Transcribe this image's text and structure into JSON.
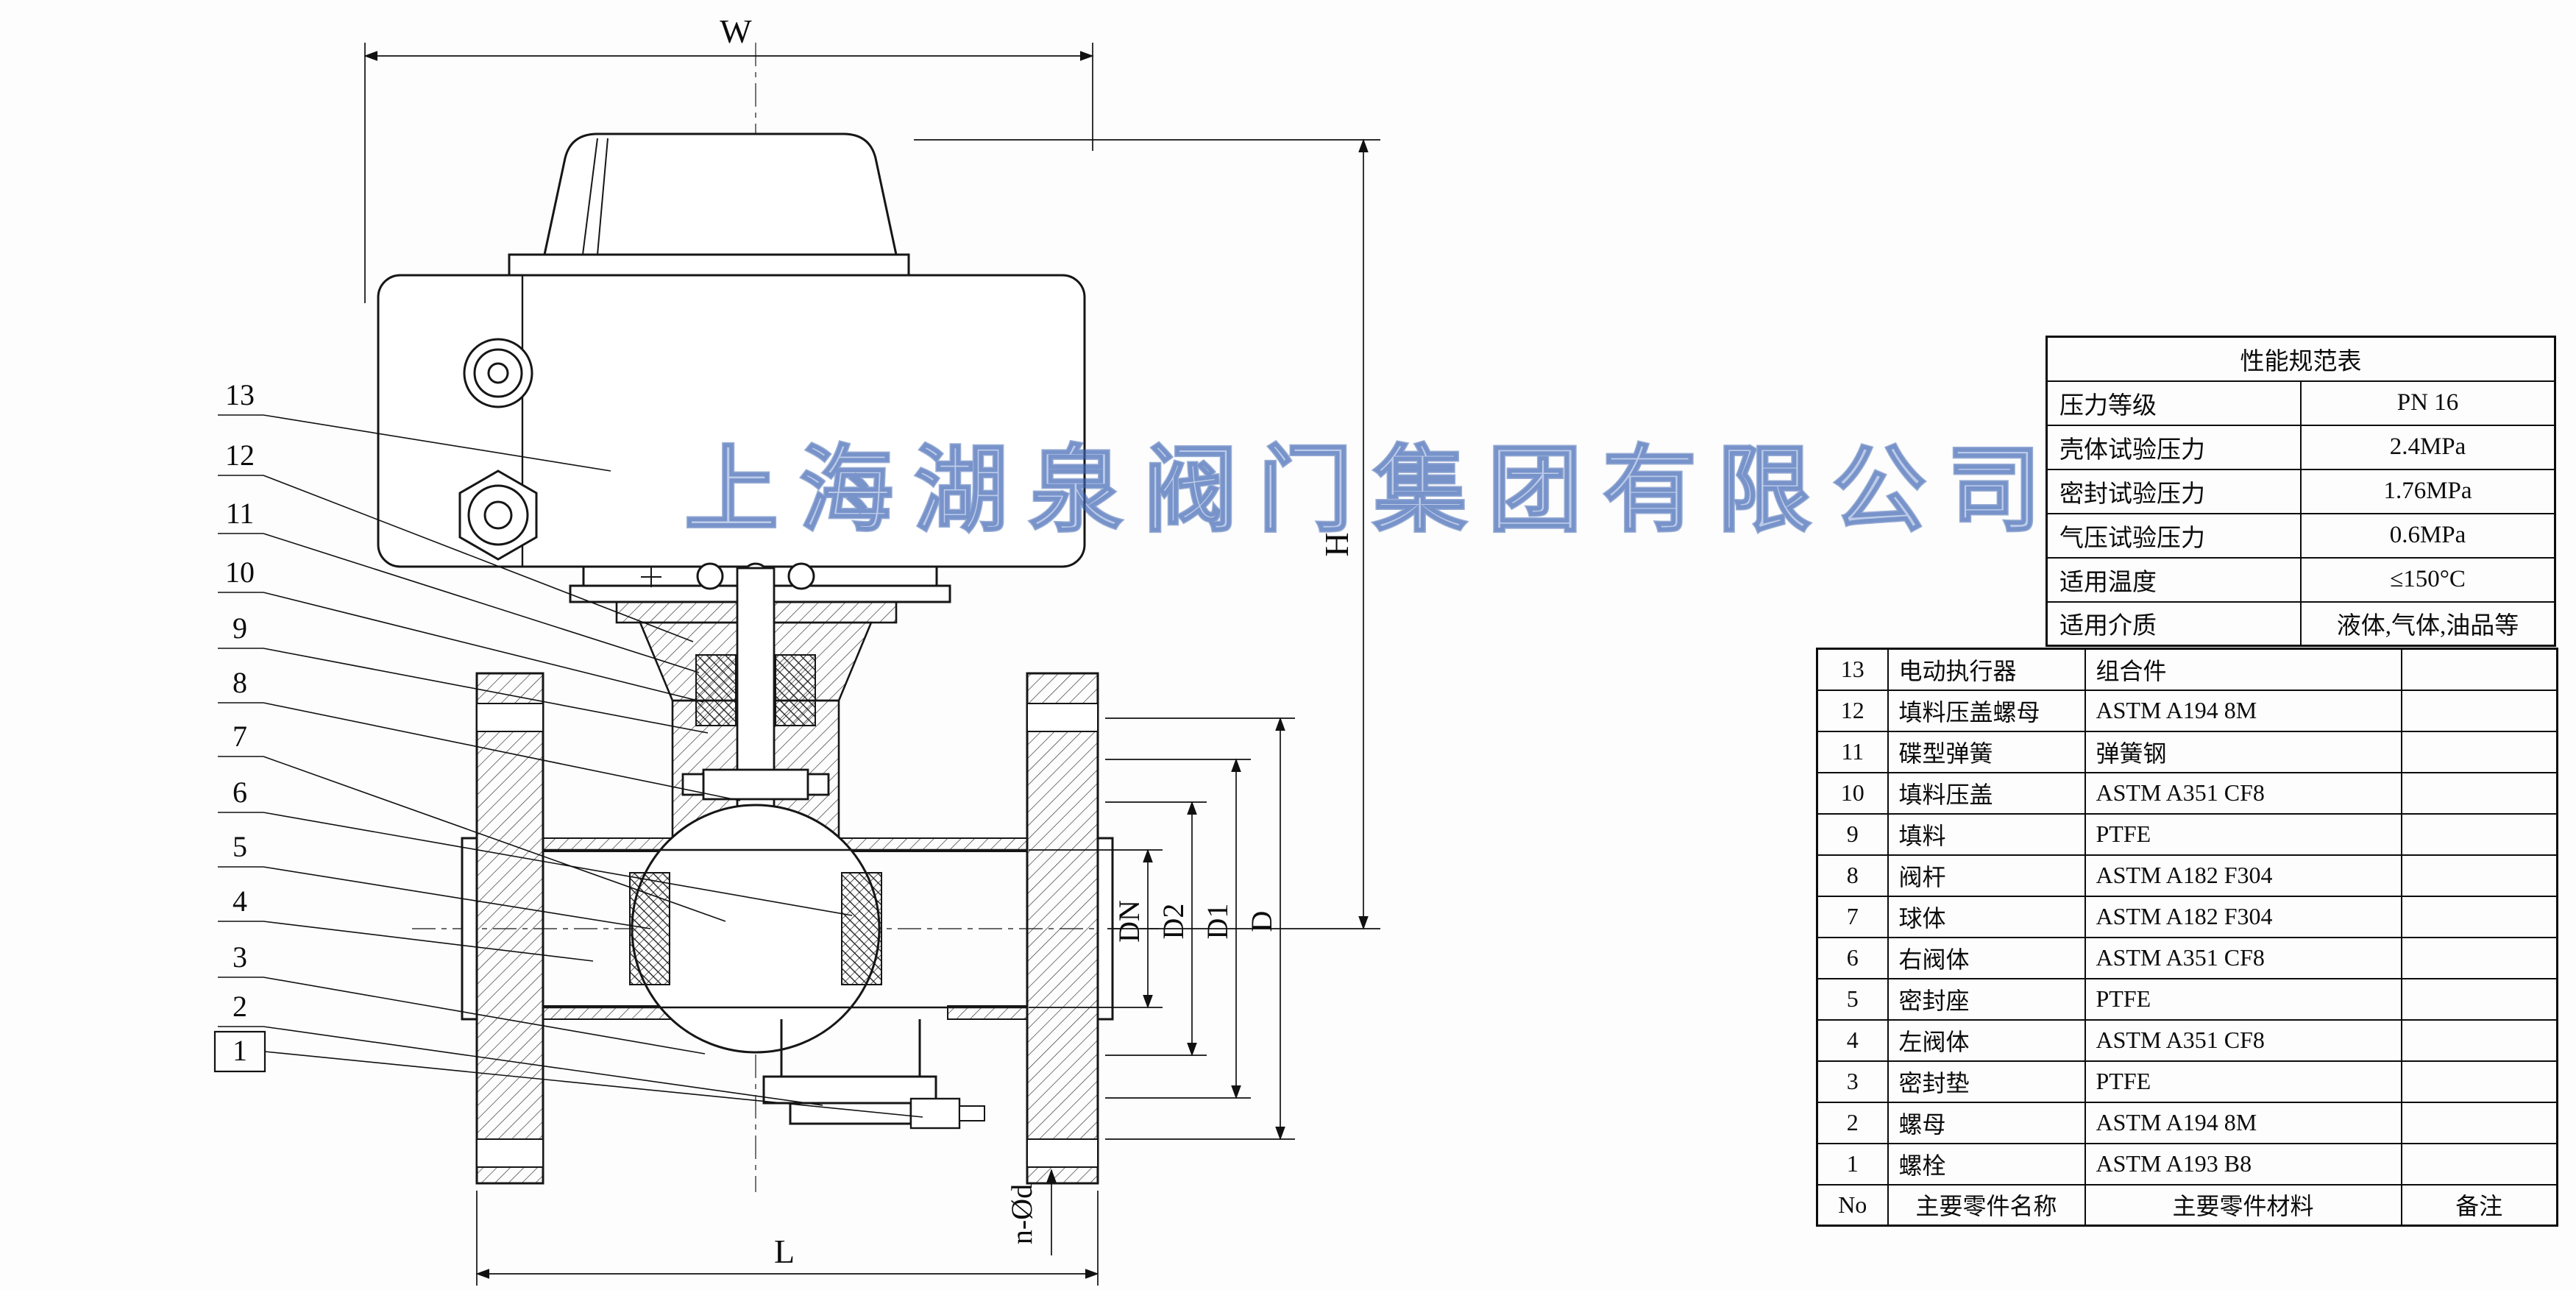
{
  "watermark": "上海湖泉阀门集团有限公司",
  "drawing": {
    "dim_w": "W",
    "dim_h": "H",
    "dim_l": "L",
    "dim_dn": "DN",
    "dim_d2": "D2",
    "dim_d1": "D1",
    "dim_d": "D",
    "dim_nod": "n-Ød",
    "callouts": [
      "13",
      "12",
      "11",
      "10",
      "9",
      "8",
      "7",
      "6",
      "5",
      "4",
      "3",
      "2",
      "1"
    ]
  },
  "spec_table": {
    "title": "性能规范表",
    "rows": [
      {
        "label": "压力等级",
        "value": "PN 16"
      },
      {
        "label": "壳体试验压力",
        "value": "2.4MPa"
      },
      {
        "label": "密封试验压力",
        "value": "1.76MPa"
      },
      {
        "label": "气压试验压力",
        "value": "0.6MPa"
      },
      {
        "label": "适用温度",
        "value": "≤150°C"
      },
      {
        "label": "适用介质",
        "value": "液体,气体,油品等"
      }
    ]
  },
  "parts_table": {
    "header": {
      "no": "No",
      "name": "主要零件名称",
      "material": "主要零件材料",
      "remark": "备注"
    },
    "rows": [
      {
        "no": "13",
        "name": "电动执行器",
        "material": "组合件",
        "remark": ""
      },
      {
        "no": "12",
        "name": "填料压盖螺母",
        "material": "ASTM A194 8M",
        "remark": ""
      },
      {
        "no": "11",
        "name": "碟型弹簧",
        "material": "弹簧钢",
        "remark": ""
      },
      {
        "no": "10",
        "name": "填料压盖",
        "material": "ASTM A351 CF8",
        "remark": ""
      },
      {
        "no": "9",
        "name": "填料",
        "material": "PTFE",
        "remark": ""
      },
      {
        "no": "8",
        "name": "阀杆",
        "material": "ASTM A182 F304",
        "remark": ""
      },
      {
        "no": "7",
        "name": "球体",
        "material": "ASTM A182 F304",
        "remark": ""
      },
      {
        "no": "6",
        "name": "右阀体",
        "material": "ASTM A351 CF8",
        "remark": ""
      },
      {
        "no": "5",
        "name": "密封座",
        "material": "PTFE",
        "remark": ""
      },
      {
        "no": "4",
        "name": "左阀体",
        "material": "ASTM A351 CF8",
        "remark": ""
      },
      {
        "no": "3",
        "name": "密封垫",
        "material": "PTFE",
        "remark": ""
      },
      {
        "no": "2",
        "name": "螺母",
        "material": "ASTM A194 8M",
        "remark": ""
      },
      {
        "no": "1",
        "name": "螺栓",
        "material": "ASTM A193 B8",
        "remark": ""
      }
    ]
  }
}
